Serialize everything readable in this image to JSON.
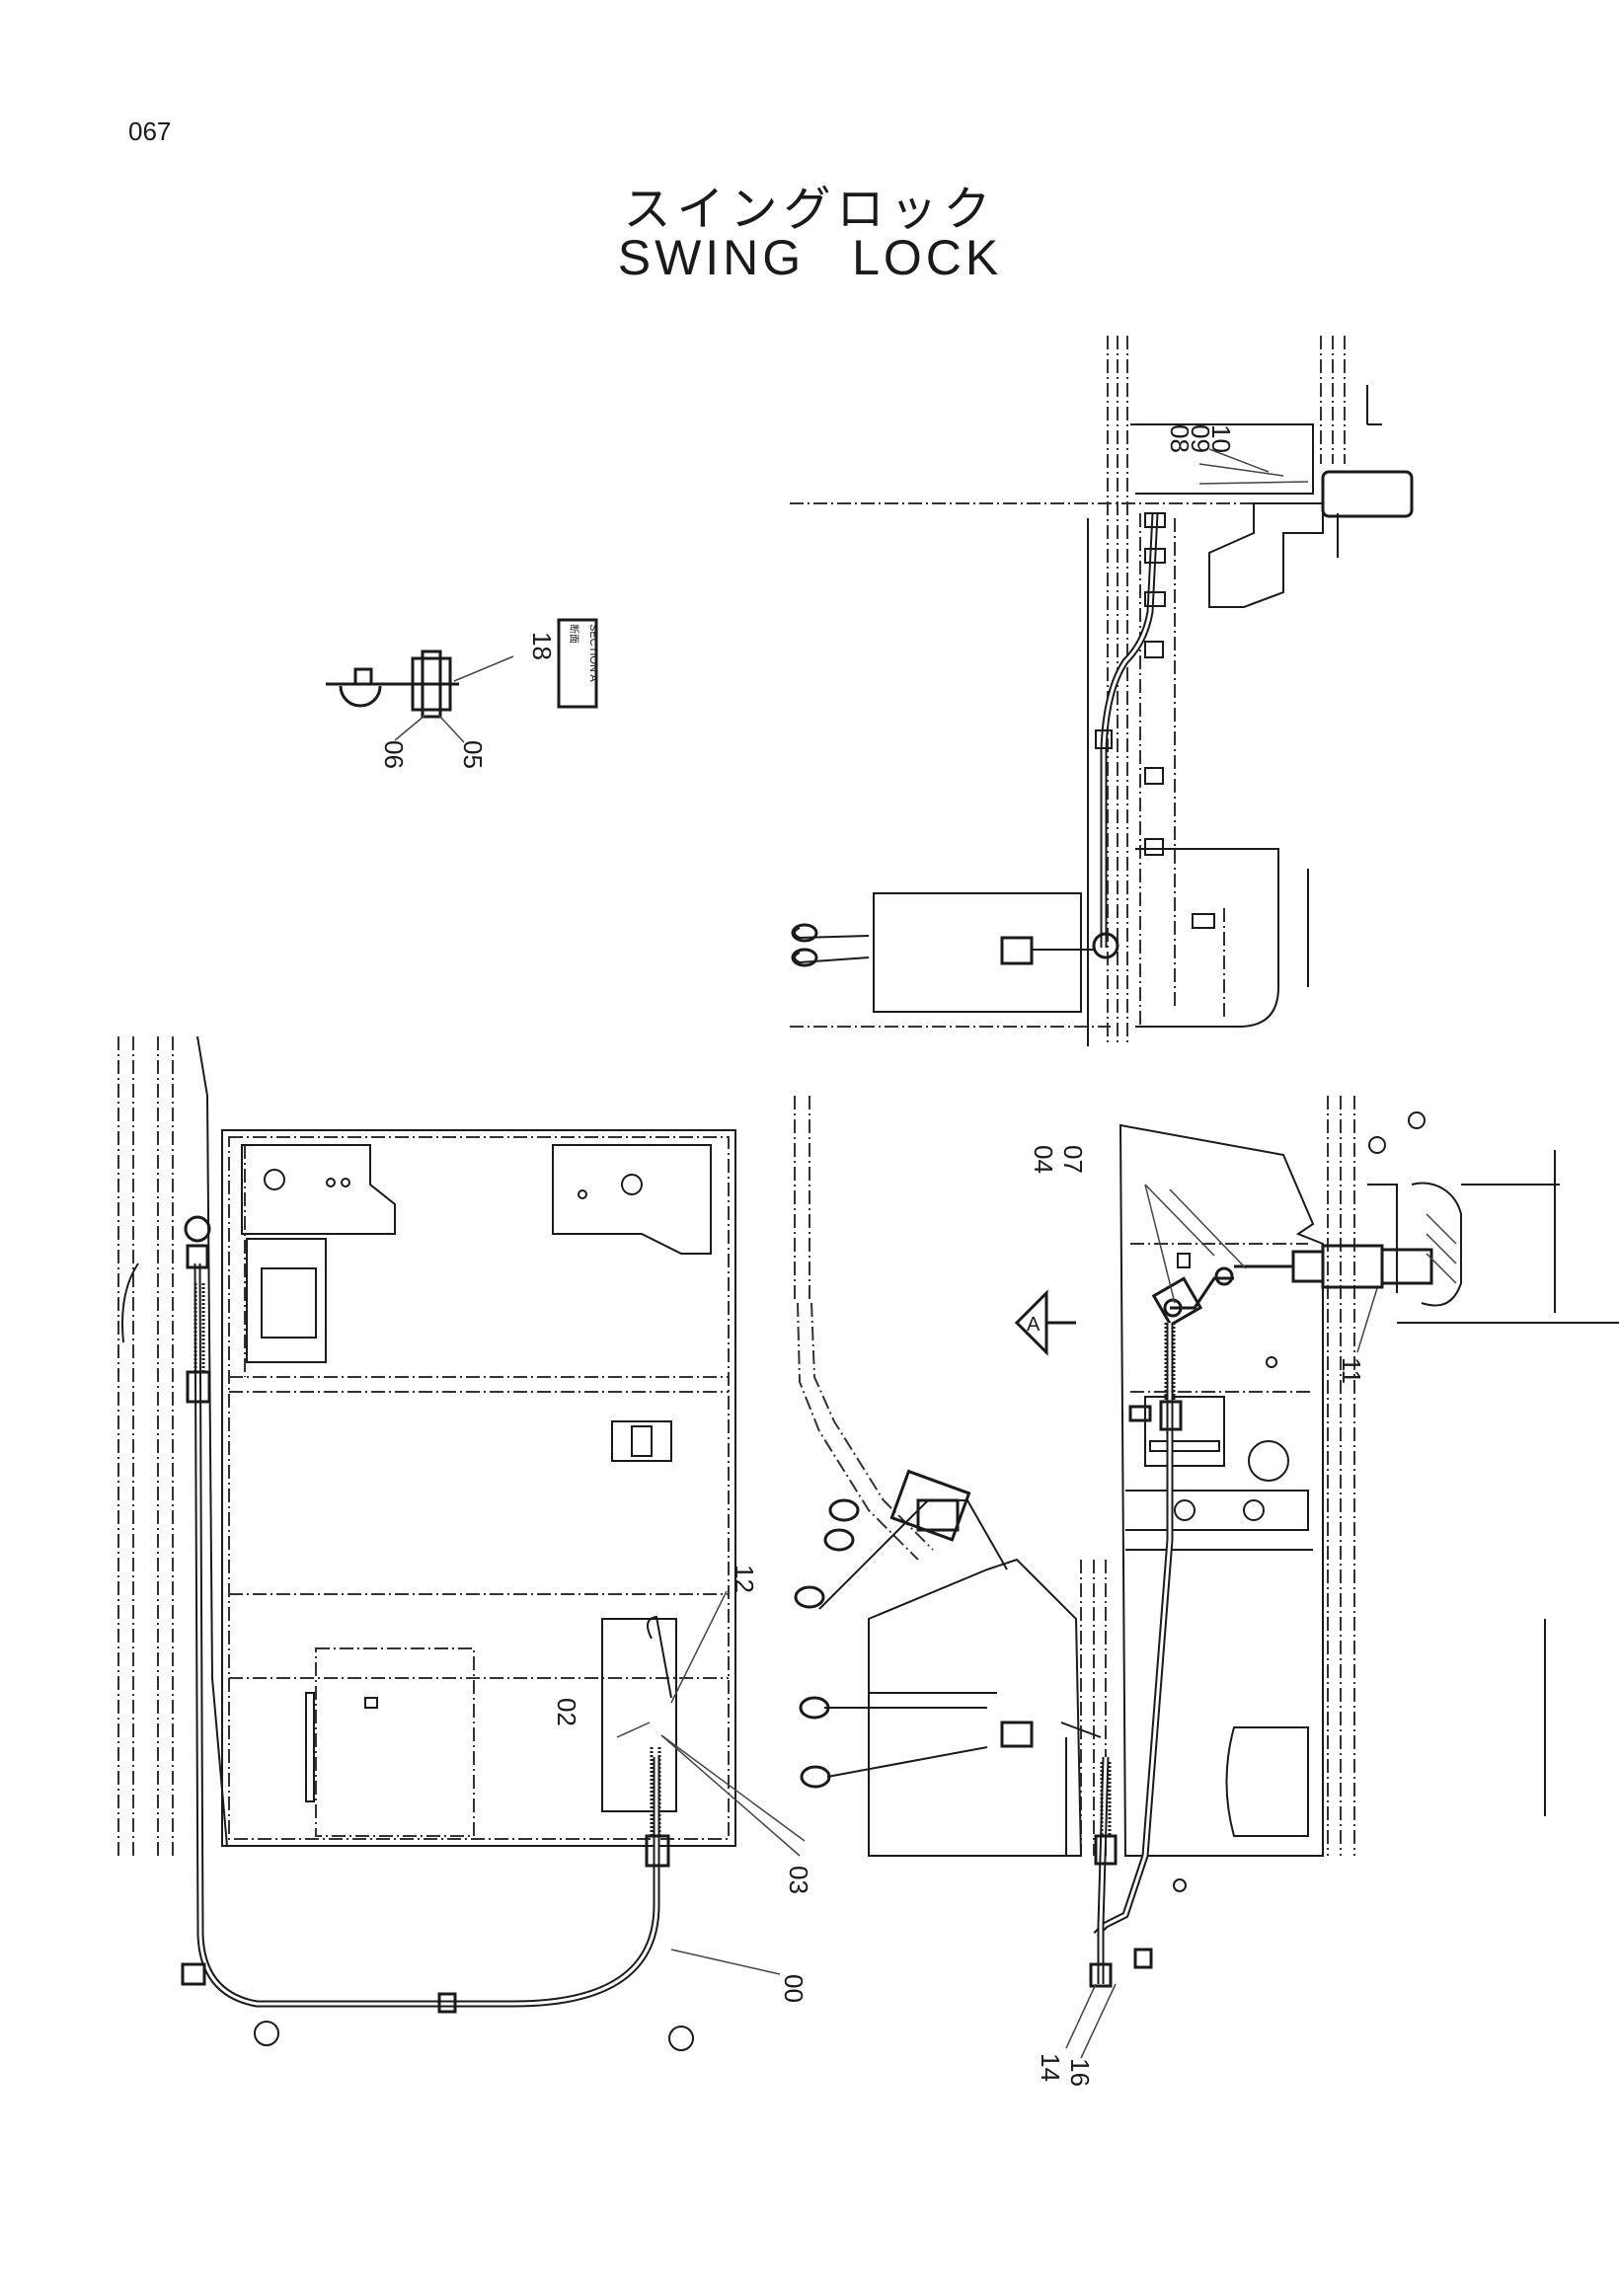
{
  "page": {
    "number": "067",
    "title_jp": "スイングロック",
    "title_en": "SWING   LOCK"
  },
  "section": {
    "label_jp": "断面",
    "label_en": "SECTION A",
    "arrow_label": "A"
  },
  "callouts": {
    "p00": "00",
    "p02": "02",
    "p03": "03",
    "p04": "04",
    "p05": "05",
    "p06": "06",
    "p07": "07",
    "p08": "08",
    "p09": "09",
    "p10": "10",
    "p11": "11",
    "p12": "12",
    "p14": "14",
    "p16": "16",
    "p18": "18"
  }
}
